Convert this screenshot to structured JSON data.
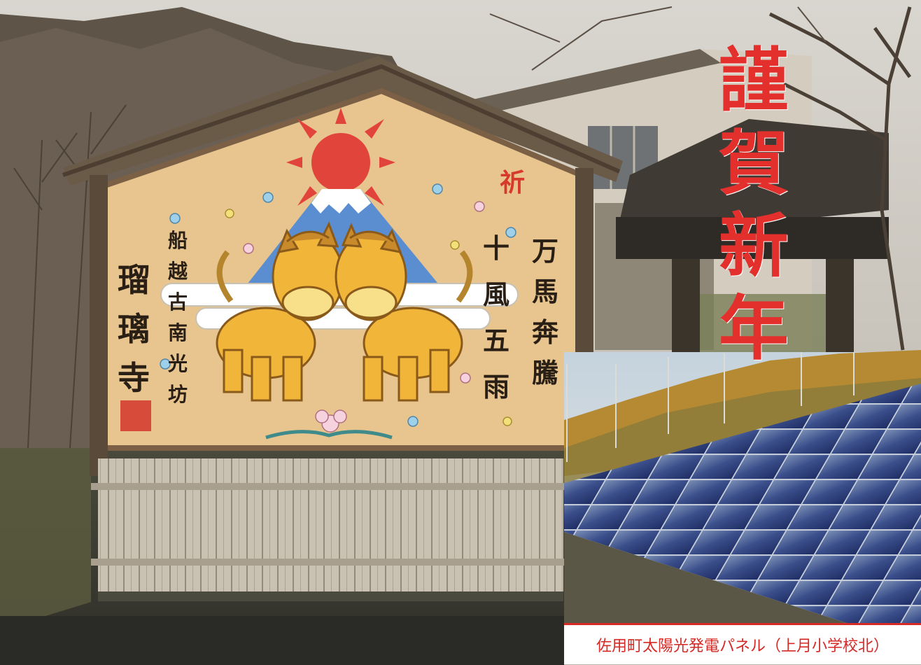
{
  "headline": [
    "謹",
    "賀",
    "新",
    "年"
  ],
  "ema": {
    "prayer": "祈",
    "motto_right": [
      "万",
      "馬",
      "奔",
      "騰"
    ],
    "motto_middle": [
      "十",
      "風",
      "五",
      "雨"
    ],
    "location_small": [
      "船",
      "越",
      "古",
      "南",
      "光",
      "坊"
    ],
    "temple_name": [
      "瑠",
      "璃",
      "寺"
    ],
    "motif": "two cartoon horses in front of Mount Fuji under a red rising sun"
  },
  "inset_photo": {
    "subject": "solar panel array on a hillside",
    "caption": "佐用町太陽光発電パネル（上月小学校北）"
  },
  "colors": {
    "headline_red": "#e3302d",
    "caption_red": "#d52a26",
    "ema_board": "#e8c58e",
    "horse_yellow": "#f1b53a",
    "panel_blue": "#2b3f7a"
  }
}
